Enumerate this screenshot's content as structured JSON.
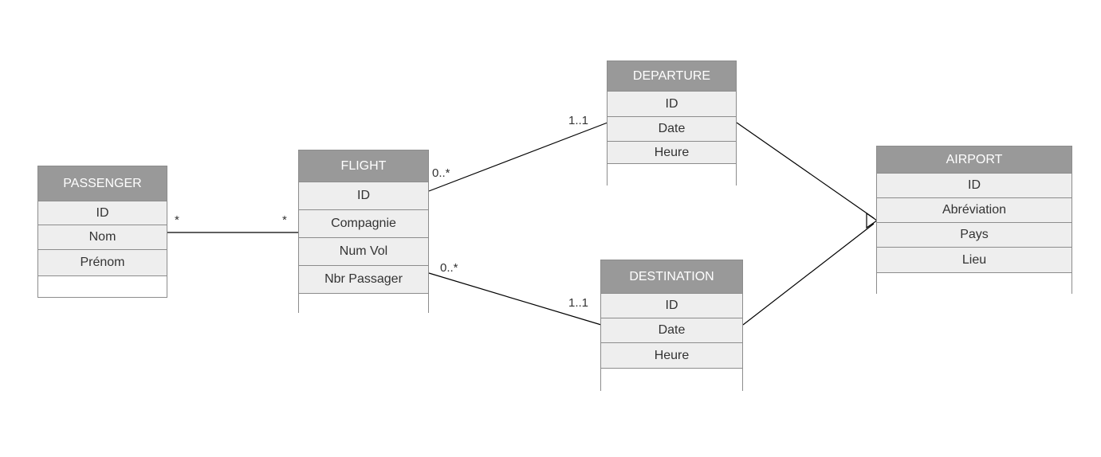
{
  "entities": {
    "passenger": {
      "title": "PASSENGER",
      "attributes": [
        "ID",
        "Nom",
        "Prénom"
      ]
    },
    "flight": {
      "title": "FLIGHT",
      "attributes": [
        "ID",
        "Compagnie",
        "Num Vol",
        "Nbr Passager"
      ]
    },
    "departure": {
      "title": "DEPARTURE",
      "attributes": [
        "ID",
        "Date",
        "Heure"
      ]
    },
    "destination": {
      "title": "DESTINATION",
      "attributes": [
        "ID",
        "Date",
        "Heure"
      ]
    },
    "airport": {
      "title": "AIRPORT",
      "attributes": [
        "ID",
        "Abréviation",
        "Pays",
        "Lieu"
      ]
    }
  },
  "multiplicities": {
    "passenger_flight_left": "*",
    "passenger_flight_right": "*",
    "flight_departure_flight_end": "0..*",
    "flight_departure_departure_end": "1..1",
    "flight_destination_flight_end": "0..*",
    "flight_destination_destination_end": "1..1"
  },
  "colors": {
    "header_fill": "#999999",
    "header_text": "#ffffff",
    "attribute_fill": "#eeeeee",
    "border": "#8c8c8c",
    "line": "#000000"
  }
}
